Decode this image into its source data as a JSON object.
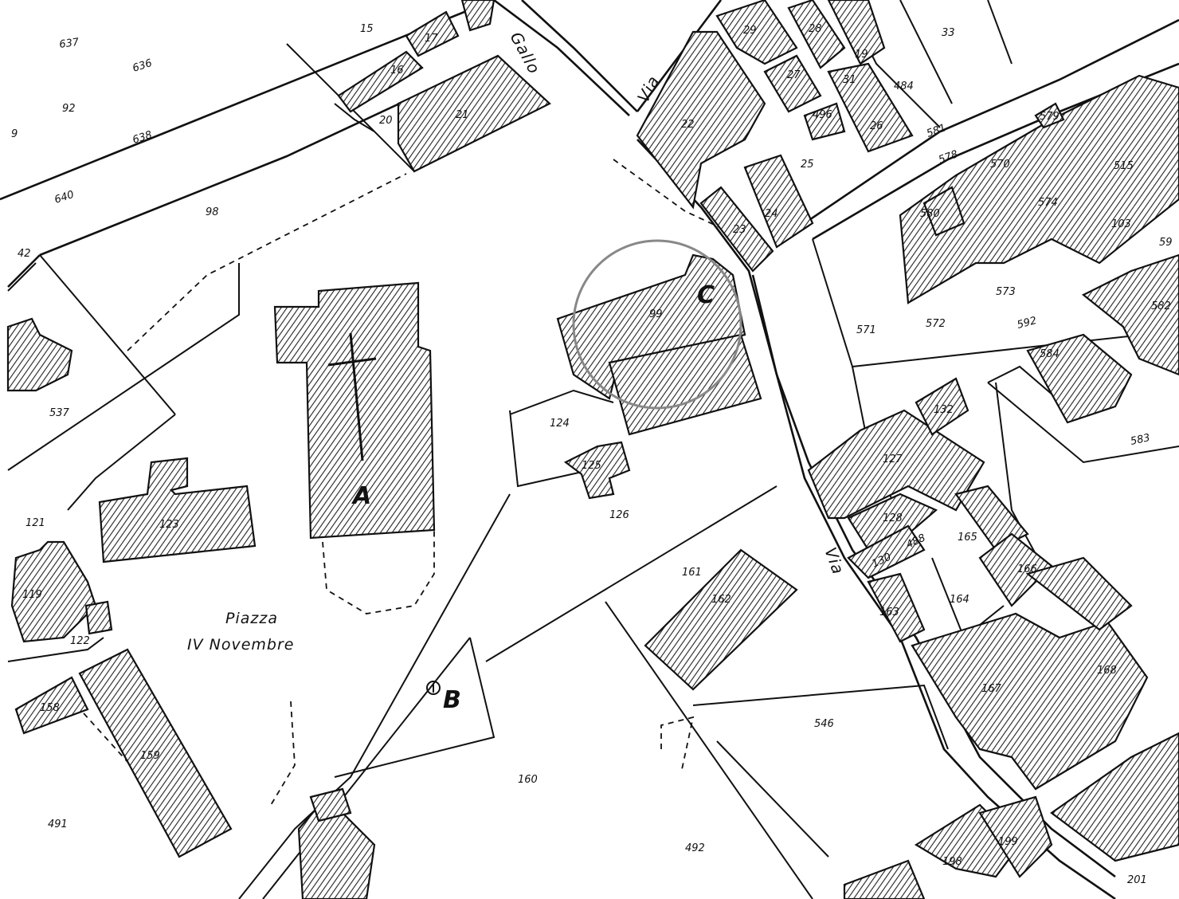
{
  "map": {
    "place_label": [
      "Piazza",
      "IV Novembre"
    ],
    "street_labels": {
      "via_top": "Via",
      "gallo": "Gallo",
      "via_right": "Via"
    },
    "markers": {
      "A": "A",
      "B": "B",
      "C": "C"
    },
    "parcels": {
      "p637": "637",
      "p636": "636",
      "p92": "92",
      "p638": "638",
      "p640": "640",
      "p9": "9",
      "p42": "42",
      "p98": "98",
      "p537": "537",
      "p15": "15",
      "p17": "17",
      "p16": "16",
      "p20": "20",
      "p21": "21",
      "p22": "22",
      "p29": "29",
      "p28": "28",
      "p19": "19",
      "p33": "33",
      "p27": "27",
      "p31": "31",
      "p484": "484",
      "p496": "496",
      "p26": "26",
      "p25": "25",
      "p581": "581",
      "p579": "579",
      "p578": "578",
      "p570": "570",
      "p515": "515",
      "p574": "574",
      "p24": "24",
      "p23": "23",
      "p580": "580",
      "p103": "103",
      "p59": "59",
      "p99": "99",
      "p573": "573",
      "p571": "571",
      "p572": "572",
      "p592": "592",
      "p582": "582",
      "p584": "584",
      "p124": "124",
      "p132": "132",
      "p583": "583",
      "p125": "125",
      "p127": "127",
      "p126": "126",
      "p121": "121",
      "p123": "123",
      "p128": "128",
      "p130": "130",
      "p488": "488",
      "p165": "165",
      "p166": "166",
      "p119": "119",
      "p161": "161",
      "p162": "162",
      "p164": "164",
      "p163": "163",
      "p122": "122",
      "p168": "168",
      "p167": "167",
      "p158": "158",
      "p159": "159",
      "p546": "546",
      "p160": "160",
      "p491": "491",
      "p492": "492",
      "p199": "199",
      "p198": "198",
      "p201": "201"
    }
  }
}
